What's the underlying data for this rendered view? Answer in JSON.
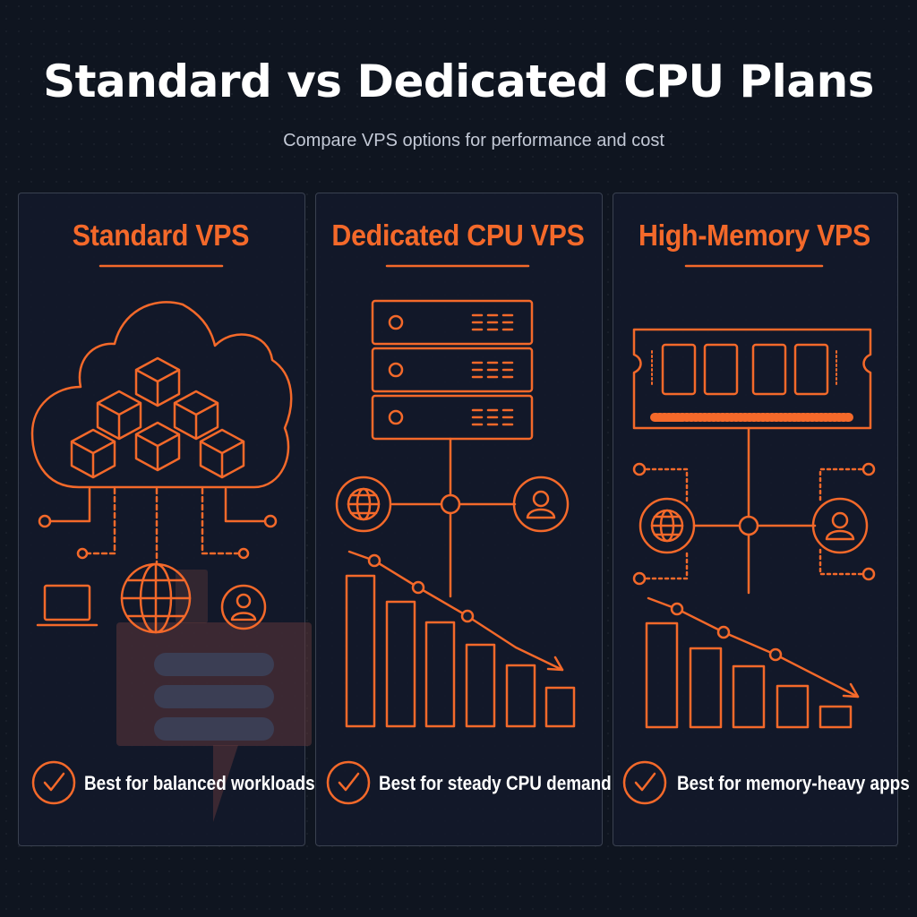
{
  "header": {
    "title": "Standard vs Dedicated CPU Plans",
    "subtitle": "Compare VPS options for performance and cost"
  },
  "colors": {
    "accent": "#f4692a",
    "background": "#0f1520",
    "panel_border": "#3a4150",
    "text": "#ffffff"
  },
  "plans": [
    {
      "title": "Standard VPS",
      "feature": "Best for balanced workloads",
      "icons": [
        "cloud-icon",
        "cube-icon",
        "laptop-icon",
        "globe-icon",
        "user-icon",
        "check-icon"
      ]
    },
    {
      "title": "Dedicated CPU VPS",
      "feature": "Best for steady CPU demand",
      "icons": [
        "server-rack-icon",
        "globe-icon",
        "user-icon",
        "bar-chart-icon",
        "trend-down-arrow-icon",
        "check-icon"
      ]
    },
    {
      "title": "High-Memory VPS",
      "feature": "Best for memory-heavy apps",
      "icons": [
        "ram-module-icon",
        "globe-icon",
        "user-icon",
        "bar-chart-icon",
        "trend-down-arrow-icon",
        "check-icon"
      ]
    }
  ]
}
